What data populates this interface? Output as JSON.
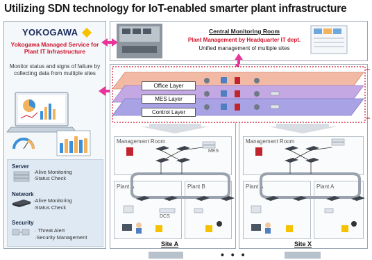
{
  "title": "Utilizing SDN technology for IoT-enabled smarter plant infrastructure",
  "left_panel": {
    "brand": "YOKOGAWA",
    "service_name": "Yokogawa Managed Service for Plant IT Infrastructure",
    "description": "Monitor status and signs of failure by collecting data from multiple sites",
    "legend": [
      {
        "heading": "Server",
        "items": [
          "·Alive Monitoring",
          "·Status Check"
        ]
      },
      {
        "heading": "Network",
        "items": [
          "·Alive Monitoring",
          "·Status Check"
        ]
      },
      {
        "heading": "Security",
        "items": [
          "· Threat Alert",
          "·Security Management"
        ]
      }
    ]
  },
  "central": {
    "title": "Central Monitoring Room",
    "subtitle": "Plant Management by Headquarter IT dept.",
    "note": "Unified management of multiple sites"
  },
  "layers": [
    "Office Layer",
    "MES Layer",
    "Control Layer"
  ],
  "sites": [
    {
      "name": "Site A",
      "management": "Management Room",
      "mes": "MES",
      "plants": [
        "Plant A",
        "Plant B"
      ],
      "dcs": "DCS"
    },
    {
      "name": "Site X",
      "management": "Management Room",
      "plants": [
        "Plant A",
        "Plant A"
      ]
    }
  ],
  "ellipsis": "• • •",
  "colors": {
    "title_red": "#d0142c",
    "brand_navy": "#1c2b5a",
    "office_layer": "#f2b9a4",
    "mes_layer": "#c3a8e3",
    "control_layer": "#a9a3e6",
    "arrow_pink": "#e8339a",
    "dotted_red": "#d0142c",
    "logo_yellow": "#f6c200"
  }
}
